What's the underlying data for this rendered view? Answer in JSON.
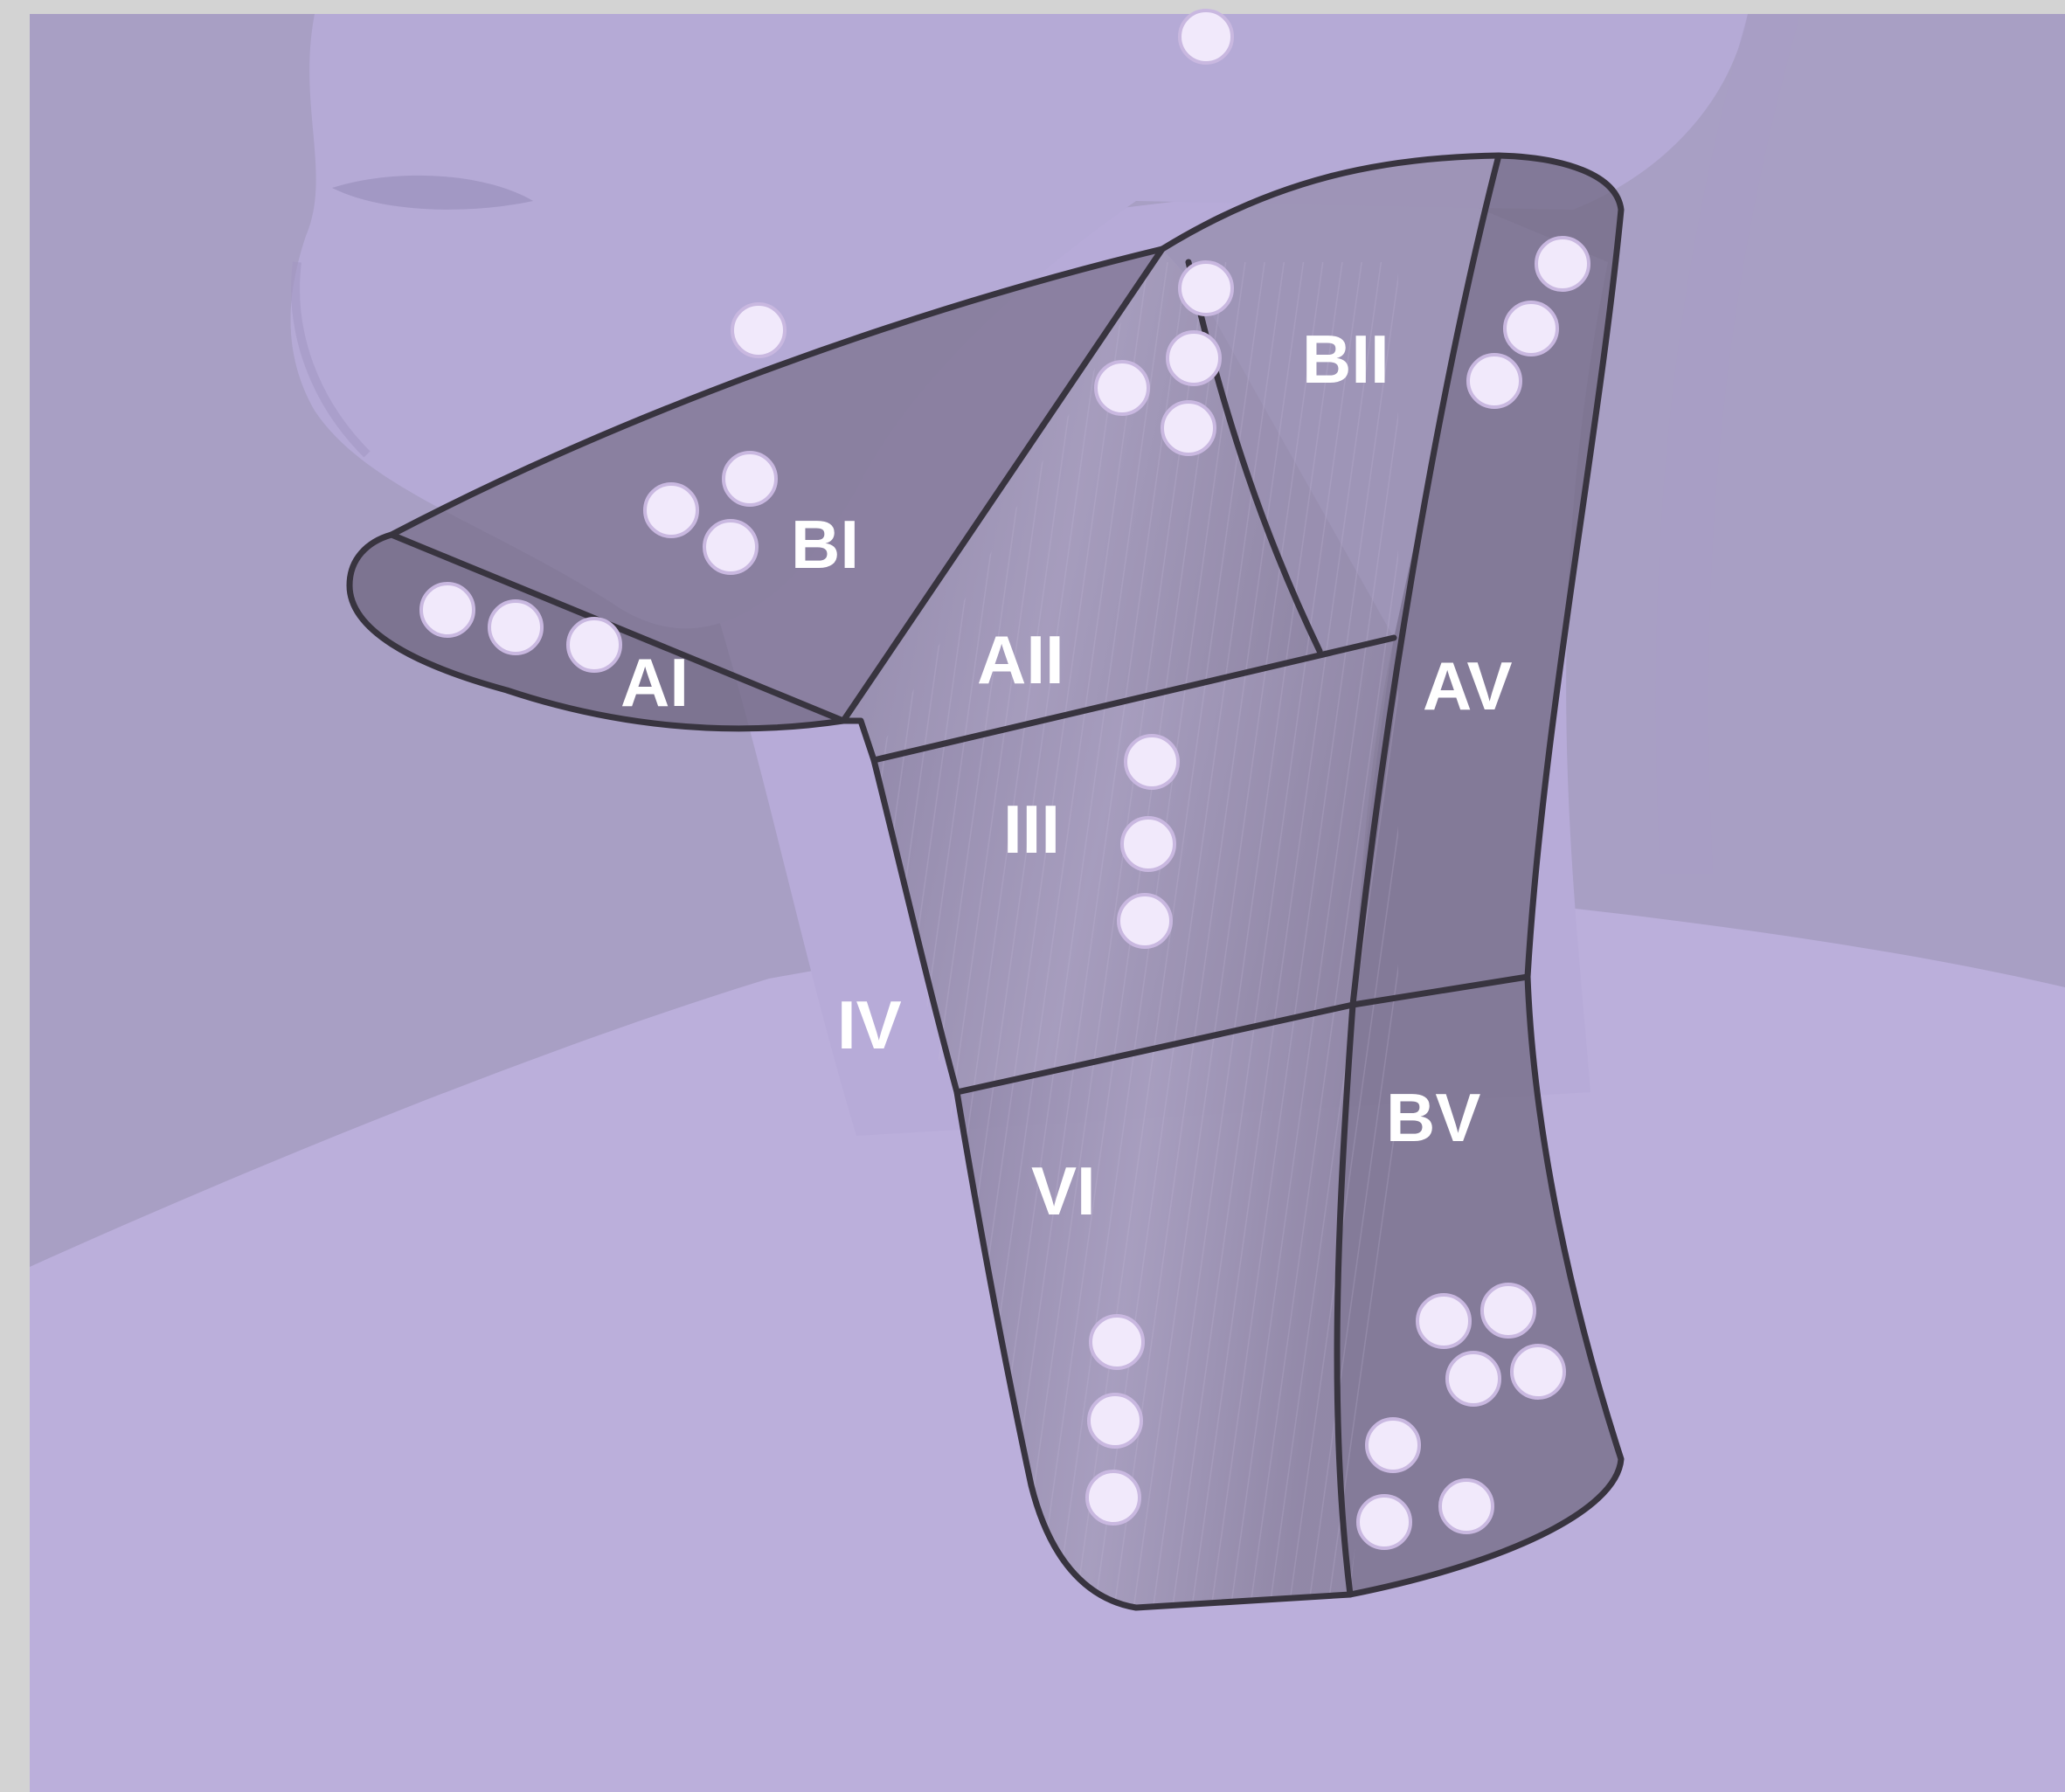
{
  "colors": {
    "frame": "#d3d3d3",
    "background": "#a89fc4",
    "skin": "#b9adda",
    "region_fill": "#6f6680",
    "outline": "#38343f",
    "label": "#ffffff",
    "node": "#f1e9fb"
  },
  "labels": {
    "BI": "BI",
    "AI": "AI",
    "AII": "AII",
    "BII": "BII",
    "AV": "AV",
    "III": "III",
    "IV": "IV",
    "BV": "BV",
    "VI": "VI"
  }
}
